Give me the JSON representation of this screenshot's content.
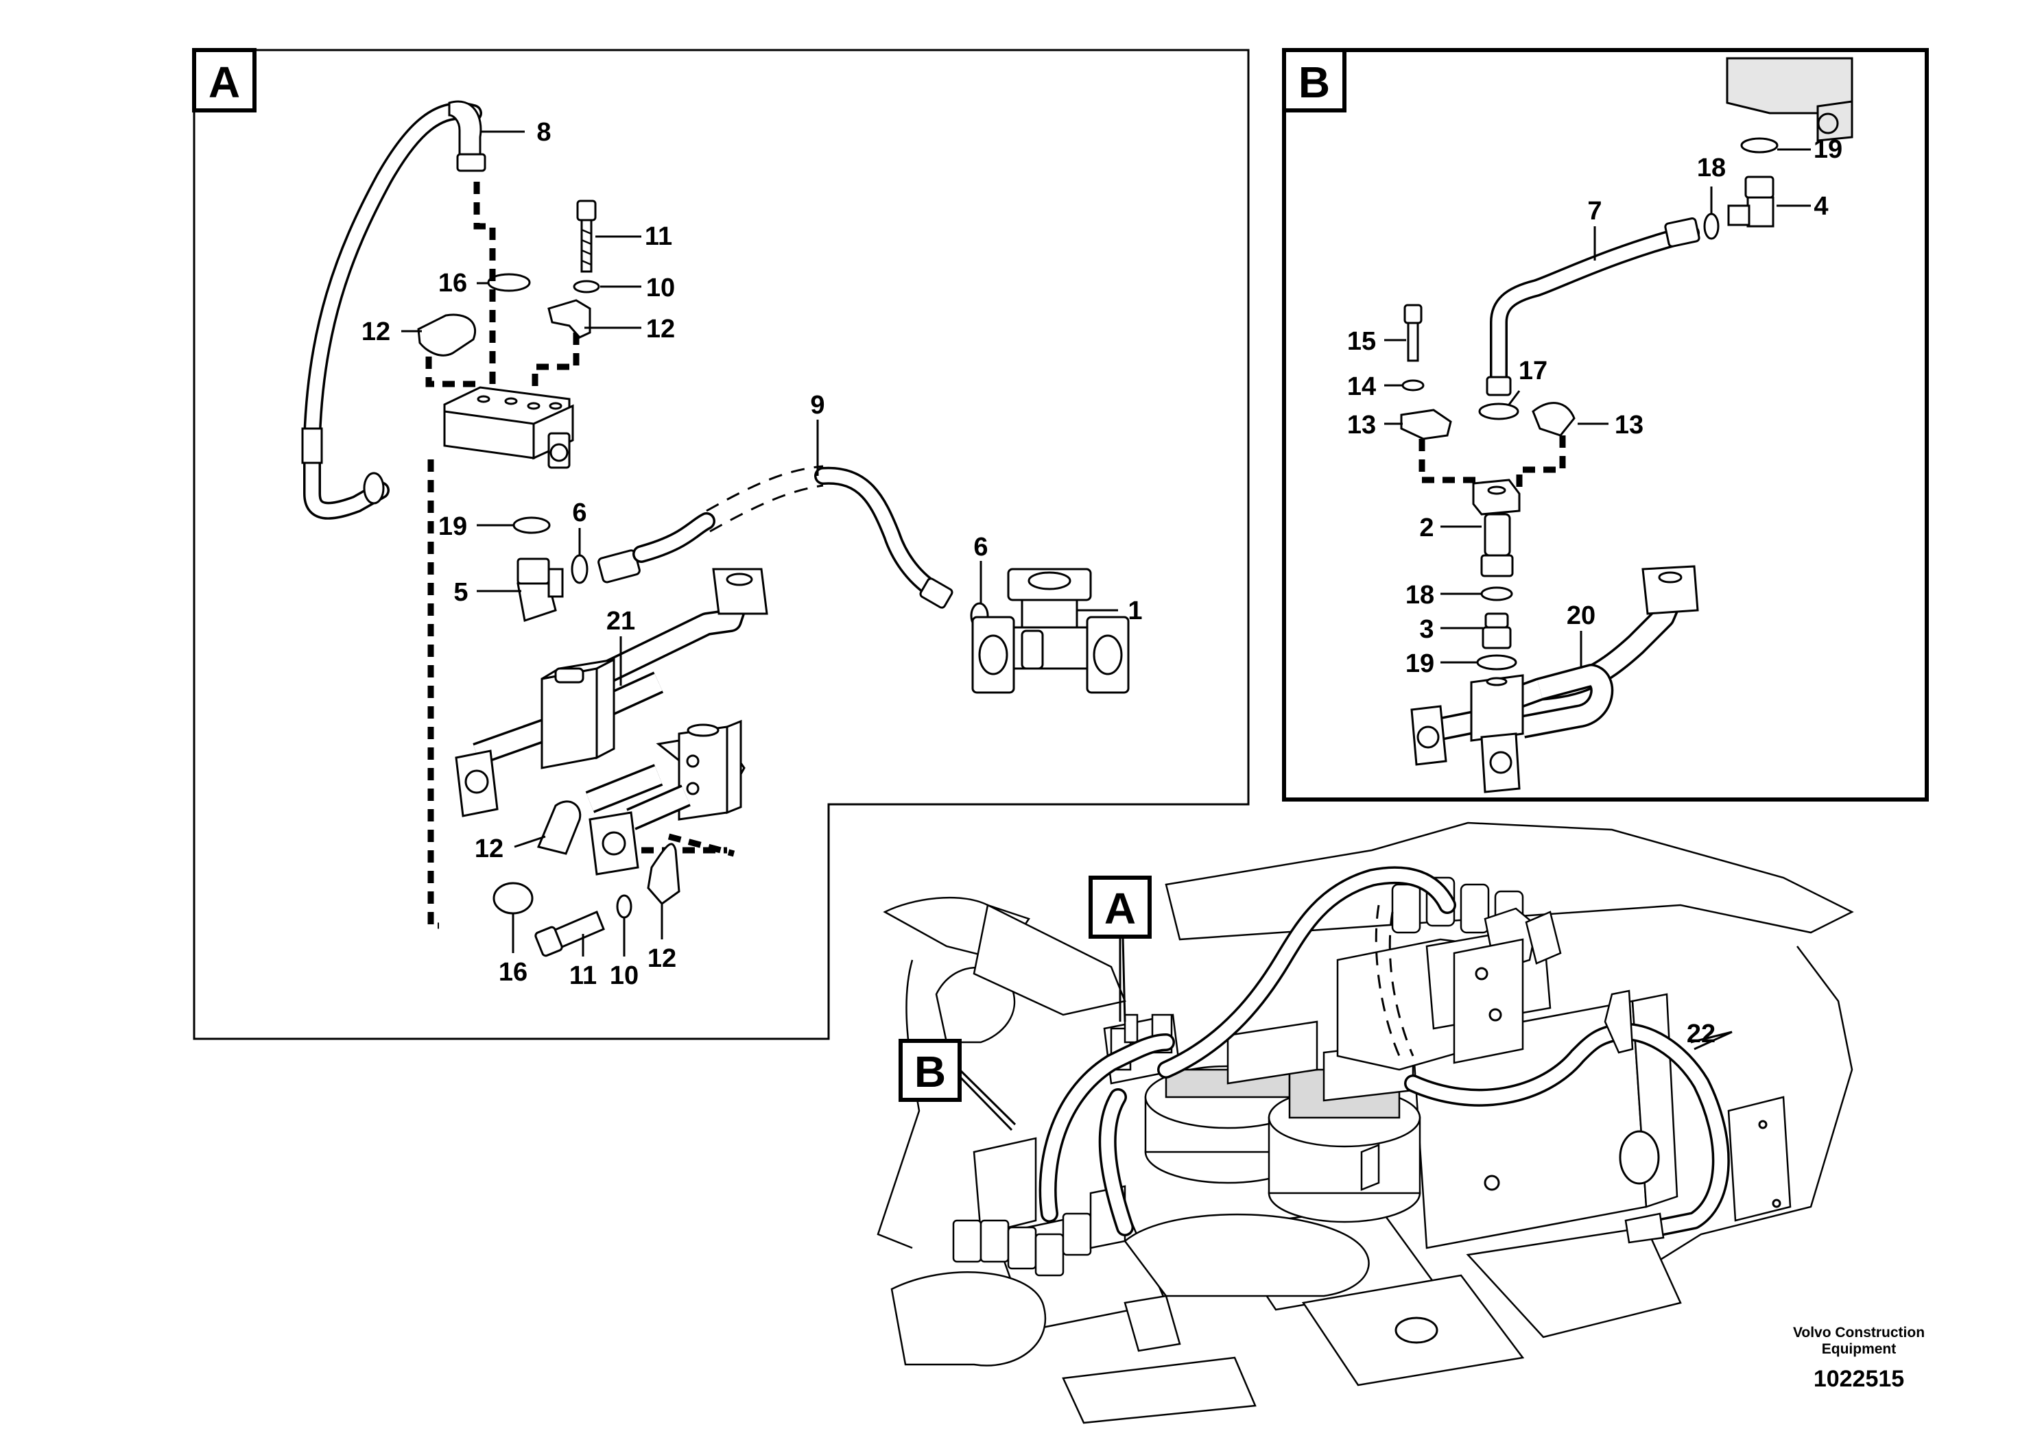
{
  "panel_a": {
    "badge": "A"
  },
  "panel_b": {
    "badge": "B"
  },
  "overview": {
    "callout_a": "A",
    "callout_b": "B"
  },
  "callouts": [
    {
      "text": "8"
    },
    {
      "text": "11"
    },
    {
      "text": "16"
    },
    {
      "text": "10"
    },
    {
      "text": "12"
    },
    {
      "text": "12"
    },
    {
      "text": "9"
    },
    {
      "text": "19"
    },
    {
      "text": "6"
    },
    {
      "text": "6"
    },
    {
      "text": "5"
    },
    {
      "text": "1"
    },
    {
      "text": "21"
    },
    {
      "text": "12"
    },
    {
      "text": "16"
    },
    {
      "text": "11"
    },
    {
      "text": "10"
    },
    {
      "text": "12"
    },
    {
      "text": "19"
    },
    {
      "text": "18"
    },
    {
      "text": "4"
    },
    {
      "text": "7"
    },
    {
      "text": "15"
    },
    {
      "text": "17"
    },
    {
      "text": "14"
    },
    {
      "text": "13"
    },
    {
      "text": "13"
    },
    {
      "text": "2"
    },
    {
      "text": "18"
    },
    {
      "text": "3"
    },
    {
      "text": "20"
    },
    {
      "text": "19"
    },
    {
      "text": "22"
    }
  ],
  "footer": {
    "brand_line1": "Volvo Construction",
    "brand_line2": "Equipment",
    "doc_number": "1022515"
  }
}
